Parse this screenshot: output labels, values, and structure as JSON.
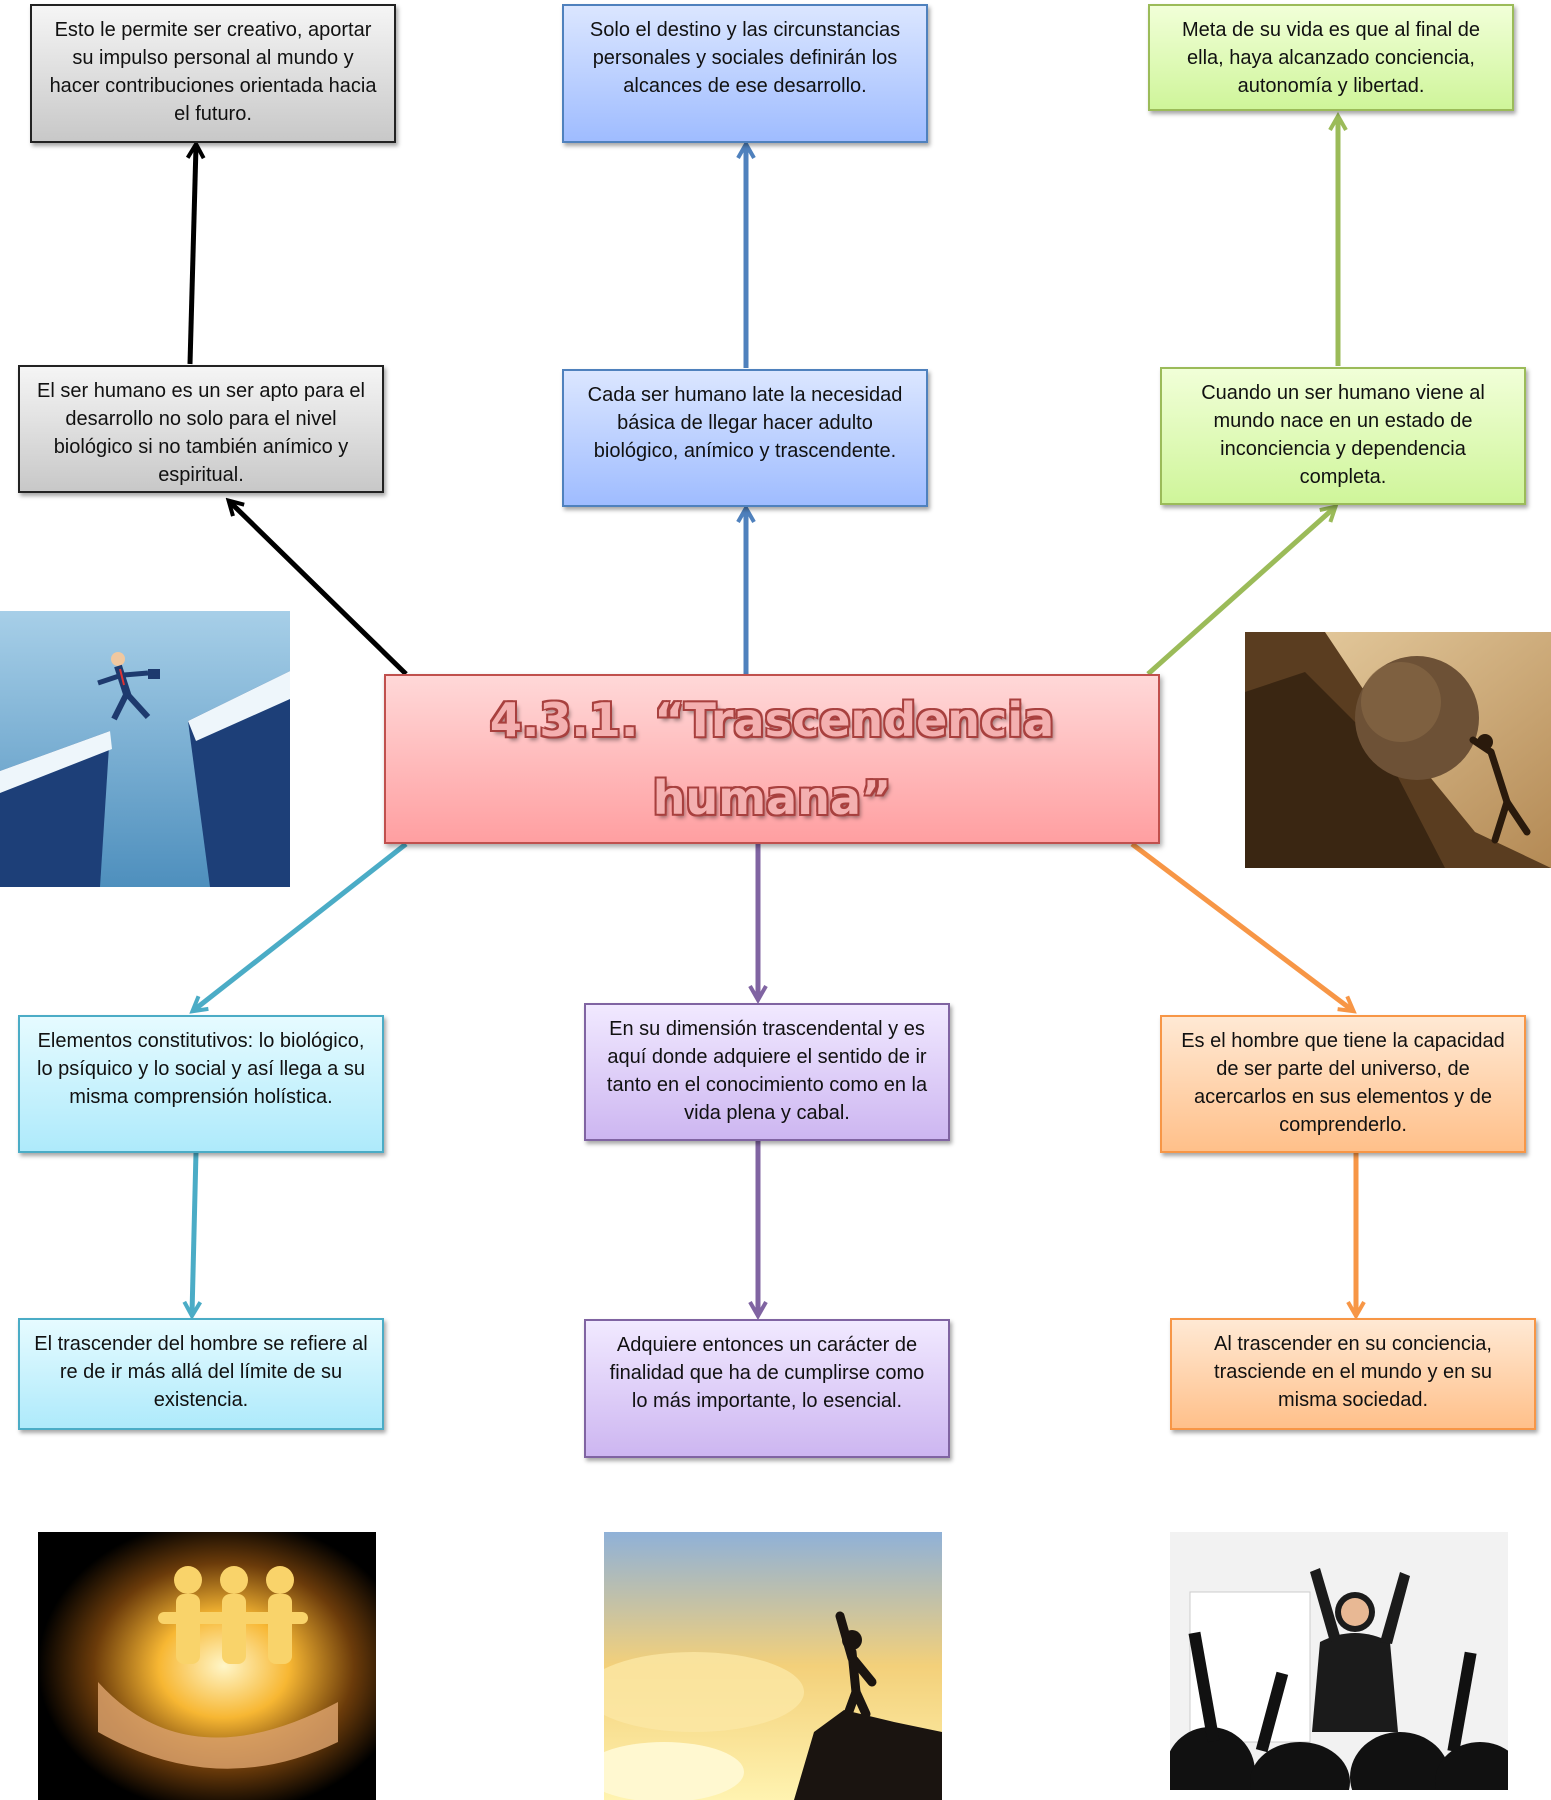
{
  "title": "4.3.1. “Trascendencia humana”",
  "nodes": {
    "top_left": "Esto le permite ser creativo, aportar su impulso personal al mundo y hacer contribuciones orientada hacia el futuro.",
    "mid_left": "El ser humano es un ser apto para el desarrollo no solo para el nivel biológico si no también anímico y espiritual.",
    "top_center": "Solo el destino y las circunstancias personales y sociales definirán los alcances de ese desarrollo.",
    "mid_center": "Cada ser humano late la necesidad básica de llegar hacer adulto biológico, anímico y trascendente.",
    "top_right": "Meta de su vida es que al final de ella, haya alcanzado conciencia, autonomía y libertad.",
    "mid_right": "Cuando un ser humano viene al mundo nace en un estado de inconciencia y dependencia completa.",
    "low_left": "Elementos constitutivos: lo biológico, lo psíquico y lo social y así llega a su misma comprensión holística.",
    "bottom_left": "El trascender del hombre se refiere al re de ir más allá del límite de su existencia.",
    "low_center": "En su dimensión trascendental y es aquí donde adquiere el sentido de ir tanto en el conocimiento como en la vida plena y cabal.",
    "bottom_center": "Adquiere entonces un carácter de finalidad que ha de cumplirse como lo más importante, lo esencial.",
    "low_right": "Es el hombre que tiene la capacidad de ser parte del universo, de acercarlos en sus elementos y de comprenderlo.",
    "bottom_right": "Al trascender en su conciencia, trasciende en el mundo y en su misma sociedad."
  },
  "colors": {
    "black": "#000000",
    "blue": "#4f81bd",
    "green": "#9bbb59",
    "cyan": "#4bacc6",
    "purple": "#8064a2",
    "orange": "#f79646",
    "red": "#c0504d"
  }
}
